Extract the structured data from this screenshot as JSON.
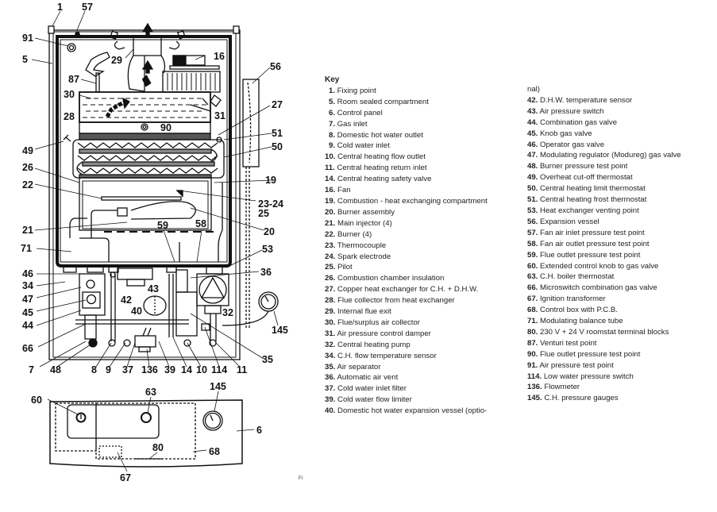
{
  "figure": {
    "stub_caption": "Fi",
    "callouts": {
      "main_unit": [
        "1",
        "57",
        "91",
        "5",
        "29",
        "16",
        "56",
        "87",
        "30",
        "27",
        "28",
        "31",
        "90",
        "51",
        "49",
        "50",
        "26",
        "19",
        "22",
        "23-24",
        "25",
        "21",
        "20",
        "59",
        "58",
        "71",
        "53",
        "46",
        "36",
        "34",
        "43",
        "47",
        "42",
        "32",
        "45",
        "40",
        "44",
        "145",
        "66",
        "35",
        "7",
        "48",
        "8",
        "9",
        "37",
        "136",
        "39",
        "14",
        "10",
        "114",
        "11"
      ],
      "control_panel": [
        "60",
        "63",
        "145",
        "6",
        "80",
        "68",
        "67"
      ]
    }
  },
  "key": {
    "title": "Key",
    "items": [
      {
        "num": "1.",
        "text": "Fixing point"
      },
      {
        "num": "5.",
        "text": "Room sealed compartment"
      },
      {
        "num": "6.",
        "text": "Control panel"
      },
      {
        "num": "7.",
        "text": "Gas inlet"
      },
      {
        "num": "8.",
        "text": "Domestic hot water outlet"
      },
      {
        "num": "9.",
        "text": "Cold water inlet"
      },
      {
        "num": "10.",
        "text": "Central heating flow outlet"
      },
      {
        "num": "11.",
        "text": "Central heating return inlet"
      },
      {
        "num": "14.",
        "text": "Central heating safety valve"
      },
      {
        "num": "16.",
        "text": "Fan"
      },
      {
        "num": "19.",
        "text": "Combustion - heat exchanging compartment"
      },
      {
        "num": "20.",
        "text": "Burner assembly"
      },
      {
        "num": "21.",
        "text": "Main injector (4)"
      },
      {
        "num": "22.",
        "text": "Burner (4)"
      },
      {
        "num": "23.",
        "text": "Thermocouple"
      },
      {
        "num": "24.",
        "text": "Spark electrode"
      },
      {
        "num": "25.",
        "text": "Pilot"
      },
      {
        "num": "26.",
        "text": "Combustion chamber insulation"
      },
      {
        "num": "27.",
        "text": "Copper heat exchanger for C.H. + D.H.W."
      },
      {
        "num": "28.",
        "text": "Flue collector from heat exchanger"
      },
      {
        "num": "29.",
        "text": "Internal flue exit"
      },
      {
        "num": "30.",
        "text": "Flue/surplus air collector"
      },
      {
        "num": "31.",
        "text": "Air pressure control damper"
      },
      {
        "num": "32.",
        "text": "Central heating pump"
      },
      {
        "num": "34.",
        "text": "C.H. flow temperature sensor"
      },
      {
        "num": "35.",
        "text": "Air separator"
      },
      {
        "num": "36.",
        "text": "Automatic air vent"
      },
      {
        "num": "37.",
        "text": "Cold water inlet filter"
      },
      {
        "num": "39.",
        "text": "Cold water flow limiter"
      },
      {
        "num": "40.",
        "text": "Domestic hot water expansion vessel (optio-"
      }
    ],
    "items_col2": [
      {
        "num": "",
        "text": "nal)"
      },
      {
        "num": "42.",
        "text": "D.H.W. temperature sensor"
      },
      {
        "num": "43.",
        "text": "Air pressure switch"
      },
      {
        "num": "44.",
        "text": "Combination gas valve"
      },
      {
        "num": "45.",
        "text": "Knob gas valve"
      },
      {
        "num": "46.",
        "text": "Operator gas valve"
      },
      {
        "num": "47.",
        "text": "Modulating regulator (Modureg) gas valve"
      },
      {
        "num": "48.",
        "text": "Burner pressure test point"
      },
      {
        "num": "49.",
        "text": "Overheat cut-off thermostat"
      },
      {
        "num": "50.",
        "text": "Central heating limit thermostat"
      },
      {
        "num": "51.",
        "text": "Central heating frost thermostat"
      },
      {
        "num": "53.",
        "text": "Heat exchanger venting point"
      },
      {
        "num": "56.",
        "text": "Expansion vessel"
      },
      {
        "num": "57.",
        "text": "Fan air inlet pressure test point"
      },
      {
        "num": "58.",
        "text": "Fan air outlet pressure test point"
      },
      {
        "num": "59.",
        "text": "Flue outlet pressure test point"
      },
      {
        "num": "60.",
        "text": "Extended control knob to gas valve"
      },
      {
        "num": "63.",
        "text": "C.H. boiler thermostat"
      },
      {
        "num": "66.",
        "text": "Microswitch combination gas valve"
      },
      {
        "num": "67.",
        "text": "Ignition transformer"
      },
      {
        "num": "68.",
        "text": "Control box with P.C.B."
      },
      {
        "num": "71.",
        "text": "Modulating balance tube"
      },
      {
        "num": "80.",
        "text": "230 V + 24 V roomstat terminal blocks"
      },
      {
        "num": "87.",
        "text": " Venturi test point"
      },
      {
        "num": "90.",
        "text": "Flue outlet pressure test point"
      },
      {
        "num": "91.",
        "text": "Air pressure test point"
      },
      {
        "num": "114.",
        "text": "Low water pressure switch"
      },
      {
        "num": "136.",
        "text": "Flowmeter"
      },
      {
        "num": "145.",
        "text": "C.H. pressure gauges"
      }
    ]
  }
}
